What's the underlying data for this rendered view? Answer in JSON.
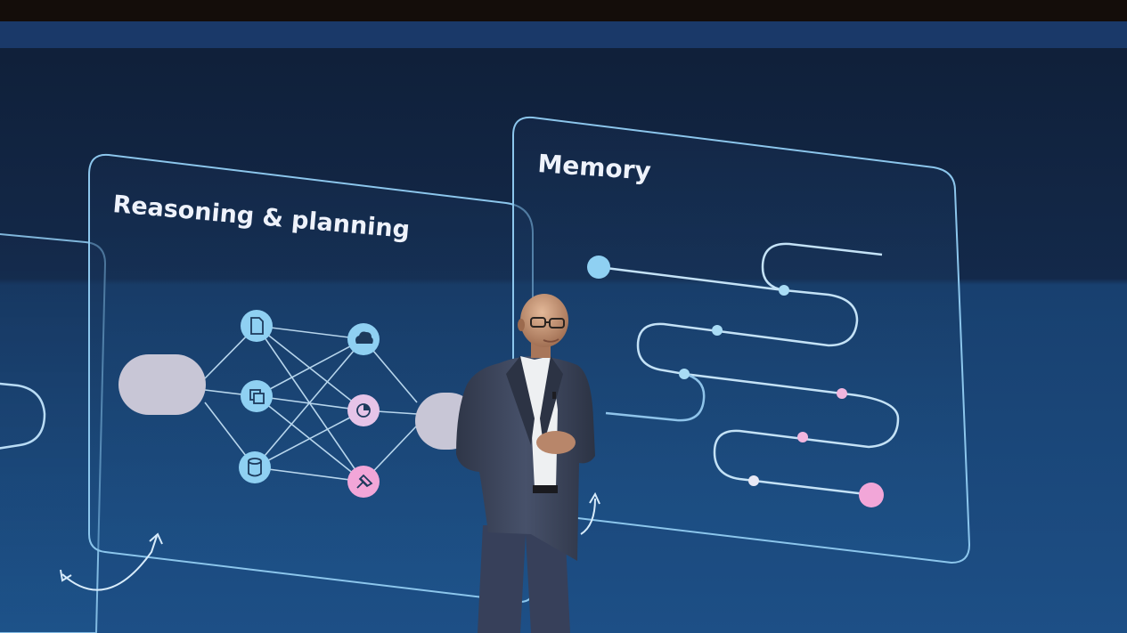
{
  "screen": {
    "panels": [
      {
        "id": "reasoning",
        "title": "Reasoning & planning"
      },
      {
        "id": "memory",
        "title": "Memory"
      }
    ],
    "network_icons": [
      "document-icon",
      "cloud-icon",
      "layers-icon",
      "pie-chart-icon",
      "database-icon",
      "pin-icon"
    ]
  },
  "colors": {
    "backdrop_top": "#102541",
    "backdrop_bottom": "#1b4a80",
    "panel_stroke": "#8cc6ec",
    "node_blue": "#8fd0f2",
    "node_pink": "#f2a6d8",
    "pill": "#c8c6d6",
    "suit": "#3b4457"
  }
}
